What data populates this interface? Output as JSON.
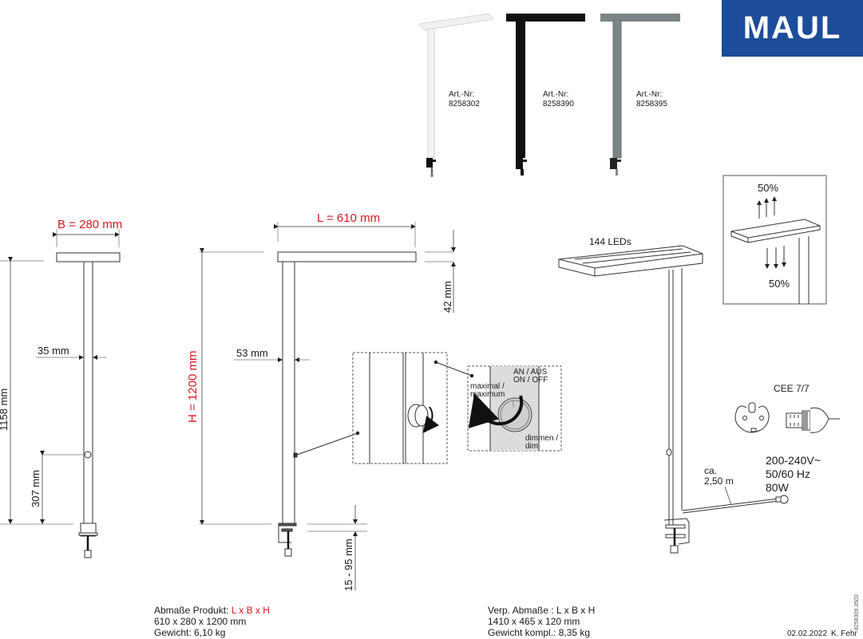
{
  "brand": {
    "logo_text": "MAUL",
    "logo_color": "#1d4c9a"
  },
  "variants": [
    {
      "art_label": "Art.-Nr:",
      "art_number": "8258302",
      "color_name": "white",
      "color": "#f2f4f3"
    },
    {
      "art_label": "Art.-Nr:",
      "art_number": "8258390",
      "color_name": "black",
      "color": "#111111"
    },
    {
      "art_label": "Art.-Nr:",
      "art_number": "8258395",
      "color_name": "grey",
      "color": "#7b8486"
    }
  ],
  "side_view": {
    "width_label": "B = 280 mm",
    "height_label": "1158 mm",
    "pole_label": "35 mm",
    "switch_height_label": "307 mm"
  },
  "front_view": {
    "length_label": "L = 610 mm",
    "height_label": "H = 1200 mm",
    "pole_label": "53 mm",
    "head_thickness_label": "42 mm",
    "clamp_range_label": "15 - 95 mm"
  },
  "switch_detail": {
    "on_off_de": "AN / AUS",
    "on_off_en": "ON / OFF",
    "max_de": "maximal /",
    "max_en": "maximum",
    "dim_de": "dimmen /",
    "dim_en": "dim"
  },
  "perspective": {
    "led_label": "144 LEDs",
    "cable_label_1": "ca.",
    "cable_label_2": "2,50 m"
  },
  "light_distribution": {
    "up": "50%",
    "down": "50%"
  },
  "plug": {
    "type_label": "CEE 7/7"
  },
  "electrical": {
    "voltage": "200-240V~",
    "frequency": "50/60 Hz",
    "power": "80W"
  },
  "product_specs": {
    "title": "Abmaße Produkt: ",
    "title_dims": "L x B x H",
    "dimensions": "610 x 280 x 1200 mm",
    "weight": "Gewicht: 6,10 kg"
  },
  "package_specs": {
    "title": "Verp. Abmaße  : L x B x H",
    "dimensions": "1410 x 465 x 120 mm",
    "weight": "Gewicht kompl.: 8,35 kg"
  },
  "footer": {
    "date": "02.02.2022",
    "author": "K. Fehr",
    "doc_code": "8258309.3503"
  }
}
